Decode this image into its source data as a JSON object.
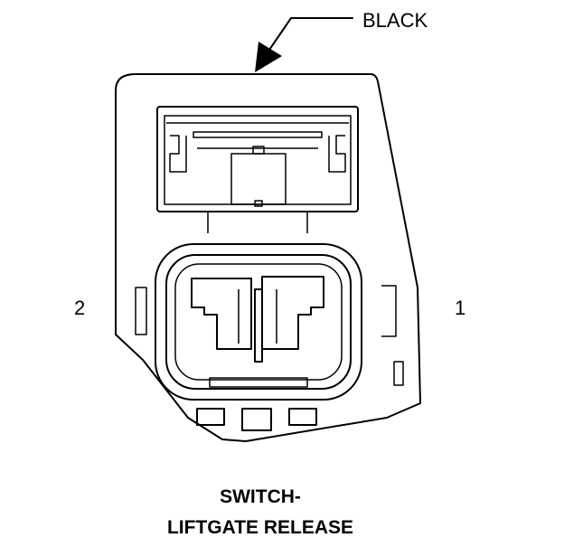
{
  "connector": {
    "color_label": "BLACK",
    "pin_left": "2",
    "pin_right": "1"
  },
  "caption": {
    "line1": "SWITCH-",
    "line2": "LIFTGATE RELEASE"
  }
}
